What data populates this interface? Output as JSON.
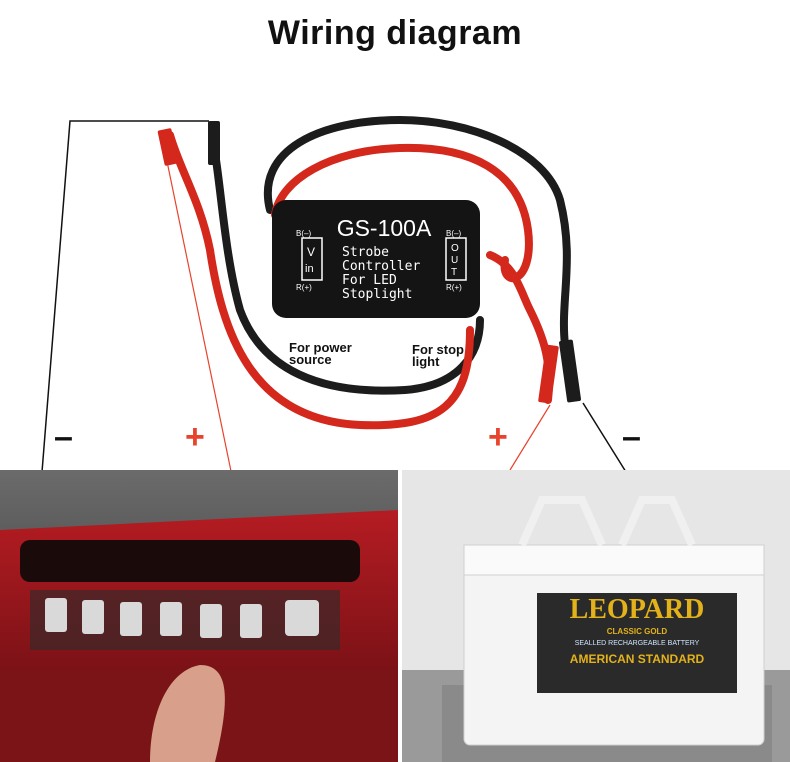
{
  "title": "Wiring diagram",
  "module": {
    "model": "GS-100A",
    "desc_lines": [
      "Strobe",
      "Controller",
      "For LED",
      "Stoplight"
    ],
    "input": {
      "neg": "B(–)",
      "v": "V",
      "in": "in",
      "pos": "R(+)"
    },
    "output": {
      "neg": "B(–)",
      "o": "O",
      "u": "U",
      "t": "T",
      "pos": "R(+)"
    }
  },
  "labels": {
    "power_line1": "For power",
    "power_line2": "source",
    "stop_line1": "For stop",
    "stop_line2": "light"
  },
  "signs": {
    "left_minus": "–",
    "left_plus": "+",
    "right_plus": "+",
    "right_minus": "–"
  },
  "battery": {
    "brand": "LEOPARD",
    "sub1": "CLASSIC GOLD",
    "sub2": "SEALLED RECHARGEABLE BATTERY",
    "sub3": "AMERICAN STANDARD"
  },
  "colors": {
    "wire_red": "#d4281c",
    "wire_black": "#1c1c1c",
    "sign_red": "#e8432c",
    "battery_accent": "#e3b21a"
  }
}
